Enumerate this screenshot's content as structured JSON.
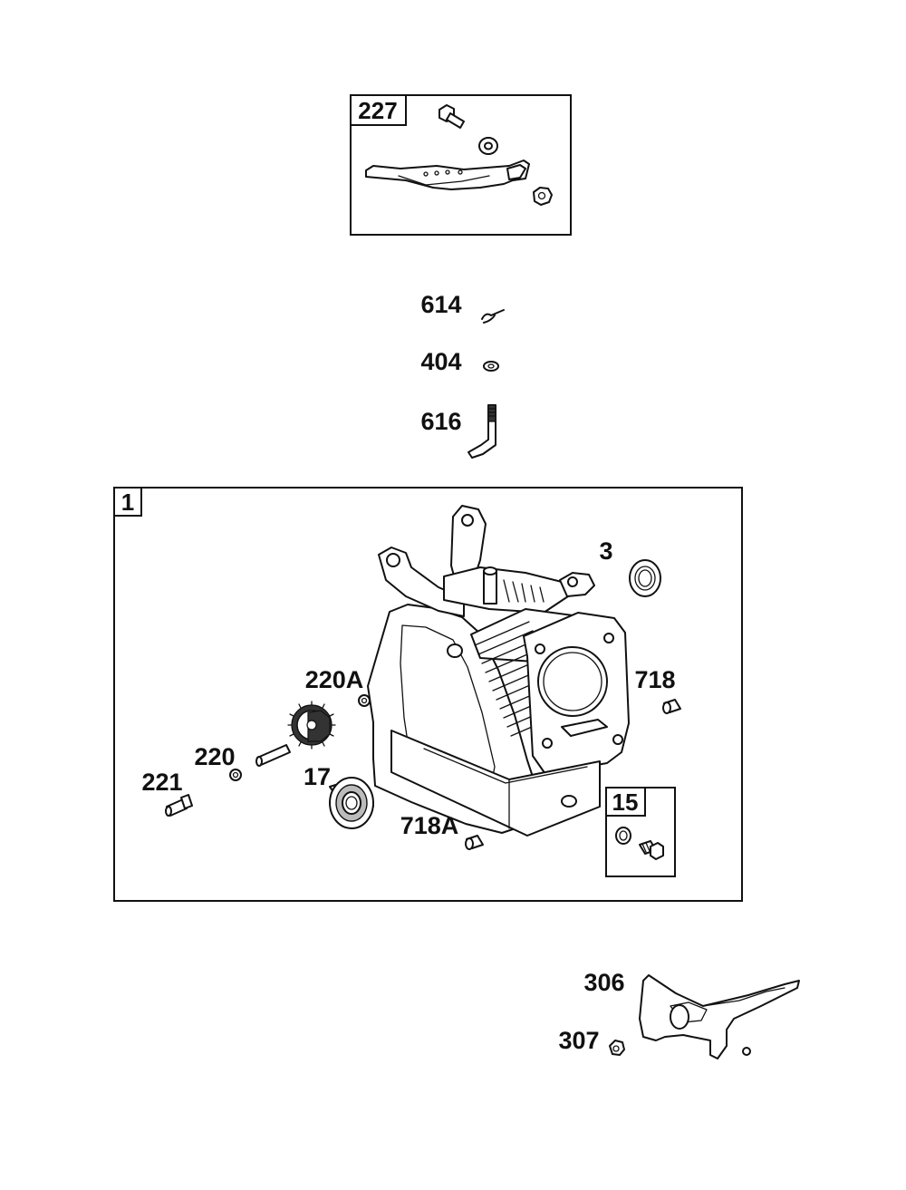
{
  "diagram": {
    "groups": [
      {
        "id": "227",
        "label": "227"
      },
      {
        "id": "1",
        "label": "1"
      },
      {
        "id": "15",
        "label": "15"
      }
    ],
    "callouts": {
      "p614": "614",
      "p404": "404",
      "p616": "616",
      "p3": "3",
      "p220A": "220A",
      "p718": "718",
      "p220": "220",
      "p221": "221",
      "p17": "17",
      "p718A": "718A",
      "p306": "306",
      "p307": "307"
    },
    "icons": [
      "governor-lever-icon",
      "bolt-icon",
      "washer-icon",
      "nut-icon",
      "cotter-pin-icon",
      "governor-shaft-icon",
      "crankcase-icon",
      "oil-seal-icon",
      "dowel-pin-icon",
      "cam-gear-icon",
      "shaft-icon",
      "bearing-icon",
      "drain-plug-icon",
      "shield-icon"
    ]
  }
}
